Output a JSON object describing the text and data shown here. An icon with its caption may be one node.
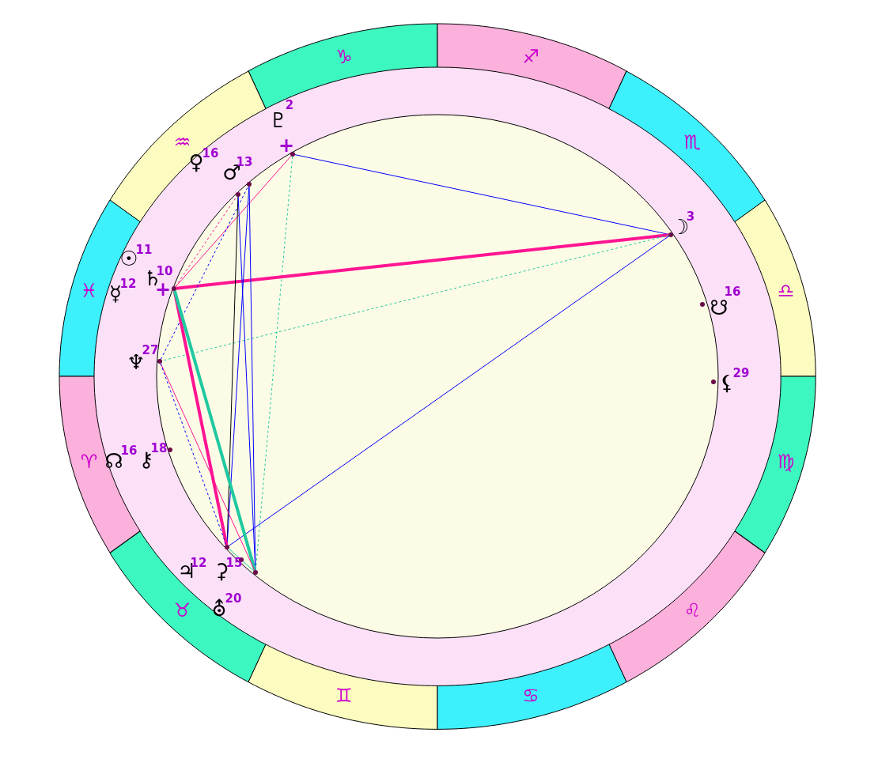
{
  "diagram": {
    "nodes": [
      {
        "text": [
          "♑"
        ]
      },
      {
        "text": [
          "♐"
        ]
      },
      {
        "text": [
          "♒"
        ]
      },
      {
        "text": [
          "♏"
        ]
      },
      {
        "text": [
          "♓"
        ]
      },
      {
        "text": [
          "♎"
        ]
      },
      {
        "text": [
          "♍"
        ]
      },
      {
        "text": [
          "♈"
        ]
      },
      {
        "text": [
          "♉"
        ]
      },
      {
        "text": [
          "♌"
        ]
      },
      {
        "text": [
          "♊"
        ]
      },
      {
        "text": [
          "♋"
        ]
      },
      {
        "text": [],
        "shape": "circle"
      },
      {
        "text": [],
        "shape": "circle"
      },
      {
        "text": [],
        "shape": "circle"
      },
      {
        "text": [],
        "shape": "circle"
      },
      {
        "text": [],
        "shape": "circle"
      },
      {
        "text": [],
        "shape": "circle"
      },
      {
        "text": [],
        "shape": "circle"
      },
      {
        "text": [],
        "shape": "circle"
      },
      {
        "text": [],
        "shape": "circle"
      },
      {
        "text": [],
        "shape": "circle"
      },
      {
        "text": [],
        "shape": "circle"
      },
      {
        "text": [],
        "shape": "circle"
      }
    ],
    "edges": [
      {
        "from": 12,
        "to": 21,
        "arrow": "none"
      },
      {
        "from": 12,
        "to": 15,
        "arrow": "none",
        "color": "#ff1493"
      },
      {
        "from": 12,
        "to": 20,
        "arrow": "none",
        "style": "dashed",
        "color": "#20c8a0"
      },
      {
        "from": 21,
        "to": 15,
        "arrow": "none",
        "style": "thick",
        "color": "#ff1493"
      },
      {
        "from": 21,
        "to": 16,
        "arrow": "none",
        "style": "dashed",
        "color": "#20c8a0"
      },
      {
        "from": 21,
        "to": 18,
        "arrow": "none"
      },
      {
        "from": 14,
        "to": 18,
        "arrow": "none",
        "color": "#000000"
      },
      {
        "from": 14,
        "to": 20,
        "arrow": "none"
      },
      {
        "from": 13,
        "to": 18,
        "arrow": "none"
      },
      {
        "from": 13,
        "to": 20,
        "arrow": "none"
      },
      {
        "from": 15,
        "to": 14,
        "arrow": "none",
        "style": "dashed",
        "color": "#ff1493"
      },
      {
        "from": 16,
        "to": 13,
        "arrow": "none",
        "style": "dashed"
      },
      {
        "from": 15,
        "to": 18,
        "arrow": "none",
        "style": "thick",
        "color": "#ff1493"
      },
      {
        "from": 15,
        "to": 20,
        "arrow": "none",
        "style": "thick",
        "color": "#20c8a0"
      },
      {
        "from": 16,
        "to": 20,
        "arrow": "none",
        "color": "#ff1493"
      },
      {
        "from": 16,
        "to": 18,
        "arrow": "none",
        "style": "dashed"
      },
      {
        "from": 18,
        "to": 20,
        "arrow": "none",
        "color": "#20c8a0"
      }
    ],
    "labels": [
      "♇",
      "2",
      "+",
      "♀",
      "16",
      "♂",
      "13",
      "☽",
      "3",
      "☉",
      "11",
      "♄",
      "10",
      "+",
      "☿",
      "12",
      "☋",
      "16",
      "♆",
      "27",
      "⚸",
      "29",
      "☊",
      "16",
      "⚷",
      "18",
      "♃",
      "12",
      "⚳",
      "15",
      "⛢",
      "20"
    ]
  }
}
